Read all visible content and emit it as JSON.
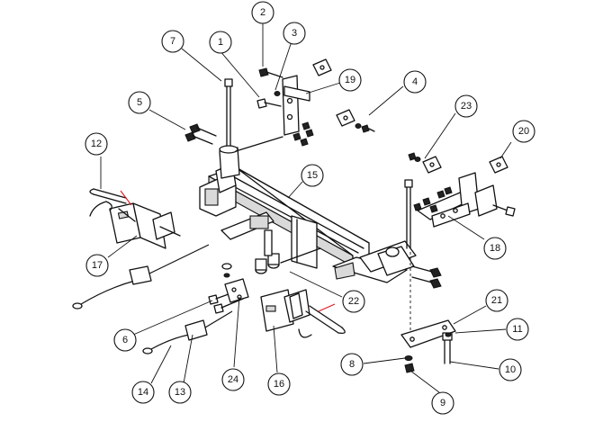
{
  "callouts": [
    {
      "id": "c1",
      "label": "1"
    },
    {
      "id": "c2",
      "label": "2"
    },
    {
      "id": "c3",
      "label": "3"
    },
    {
      "id": "c4",
      "label": "4"
    },
    {
      "id": "c5",
      "label": "5"
    },
    {
      "id": "c6",
      "label": "6"
    },
    {
      "id": "c7",
      "label": "7"
    },
    {
      "id": "c8",
      "label": "8"
    },
    {
      "id": "c9",
      "label": "9"
    },
    {
      "id": "c10",
      "label": "10"
    },
    {
      "id": "c11",
      "label": "11"
    },
    {
      "id": "c12",
      "label": "12"
    },
    {
      "id": "c13",
      "label": "13"
    },
    {
      "id": "c14",
      "label": "14"
    },
    {
      "id": "c15",
      "label": "15"
    },
    {
      "id": "c16",
      "label": "16"
    },
    {
      "id": "c17",
      "label": "17"
    },
    {
      "id": "c18",
      "label": "18"
    },
    {
      "id": "c19",
      "label": "19"
    },
    {
      "id": "c20",
      "label": "20"
    },
    {
      "id": "c21",
      "label": "21"
    },
    {
      "id": "c22",
      "label": "22"
    },
    {
      "id": "c23",
      "label": "23"
    },
    {
      "id": "c24",
      "label": "24"
    }
  ]
}
